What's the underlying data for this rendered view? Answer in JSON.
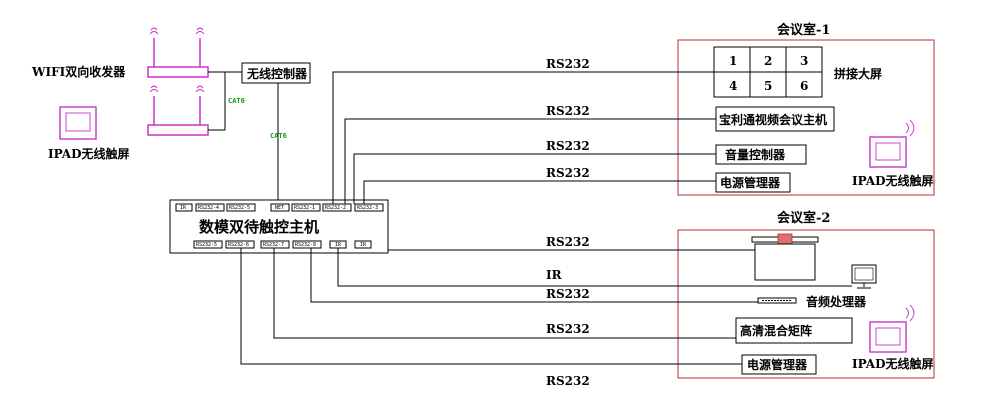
{
  "labels": {
    "wifi_transceiver": "WIFI双向收发器",
    "wireless_controller": "无线控制器",
    "ipad_left": "IPAD无线触屏",
    "cat6_1": "CAT6",
    "cat6_2": "CAT6",
    "main_host": "数模双待触控主机",
    "room1_title": "会议室-1",
    "room2_title": "会议室-2",
    "splice_screen": "拼接大屏",
    "video_host": "宝利通视频会议主机",
    "volume_controller": "音量控制器",
    "power_manager_1": "电源管理器",
    "ipad_room1": "IPAD无线触屏",
    "audio_processor": "音频处理器",
    "hd_matrix": "高清混合矩阵",
    "power_manager_2": "电源管理器",
    "ipad_room2": "IPAD无线触屏"
  },
  "grid_numbers": [
    "1",
    "2",
    "3",
    "4",
    "5",
    "6"
  ],
  "ports_top": [
    "IR",
    "RS232-4",
    "RS232-5",
    "NET",
    "RS232-1",
    "RS232-2",
    "RS232-3"
  ],
  "ports_bottom": [
    "RS232-5",
    "RS232-6",
    "RS232-7",
    "RS232-8",
    "IR",
    "IR"
  ],
  "wire_labels": [
    "RS232",
    "RS232",
    "RS232",
    "RS232",
    "RS232",
    "IR",
    "RS232",
    "RS232",
    "RS232"
  ],
  "colors": {
    "room_border": "#b03030",
    "wifi": "#cc33cc",
    "cat6": "#1a9a1a",
    "ipad": "#cc44cc",
    "projector_accent": "#e07070"
  }
}
